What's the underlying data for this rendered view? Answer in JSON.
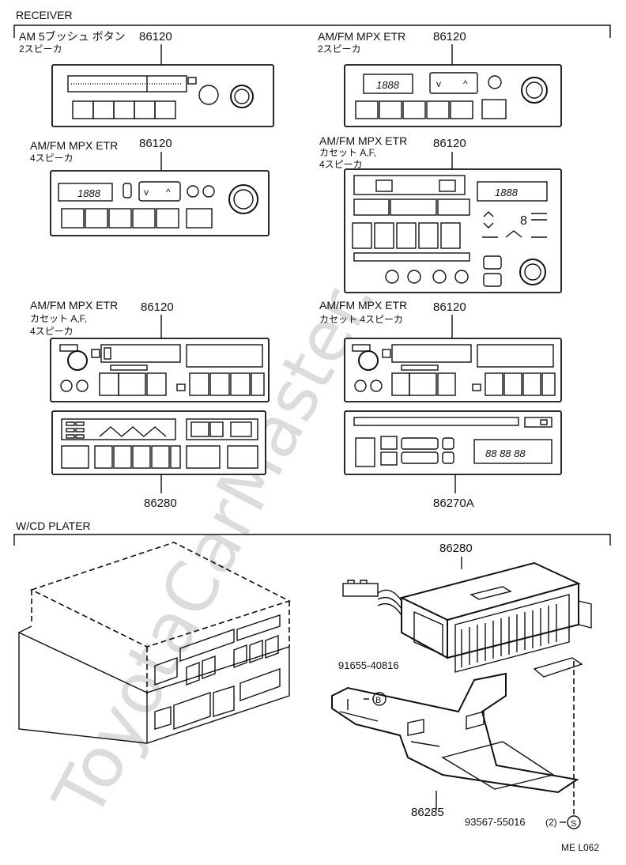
{
  "watermark": "ToyotaCarMaster.ru",
  "sections": {
    "receiver": "RECEIVER",
    "cd_player": "W/CD PLATER"
  },
  "units": [
    {
      "title": "AM 5ブッシュ ボタン",
      "part": "86120",
      "sub1": "2スピーカ",
      "sub2": ""
    },
    {
      "title": "AM/FM MPX ETR",
      "part": "86120",
      "sub1": "2スピーカ",
      "sub2": ""
    },
    {
      "title": "AM/FM MPX ETR",
      "part": "86120",
      "sub1": "4スピーカ",
      "sub2": ""
    },
    {
      "title": "AM/FM MPX ETR",
      "part": "86120",
      "sub1": "カセット A,F,",
      "sub2": "4スピーカ"
    },
    {
      "title": "AM/FM MPX ETR",
      "part": "86120",
      "sub1": "カセット A,F,",
      "sub2": "4スピーカ"
    },
    {
      "title": "AM/FM MPX ETR",
      "part": "86120",
      "sub1": "カセット 4スピーカ",
      "sub2": ""
    }
  ],
  "bottom_units": [
    "86280",
    "86270A"
  ],
  "displays": {
    "d1": "1888",
    "d2": "1888",
    "d3": "1888",
    "d4": "8",
    "d5": "88 88 88"
  },
  "cd_parts": {
    "player": "86280",
    "bolt": "91655-40816",
    "bolt_ref": "B",
    "bracket": "86285",
    "screw": "93567-55016",
    "screw_qty": "(2)",
    "screw_ref": "S"
  },
  "code": "ME L062"
}
